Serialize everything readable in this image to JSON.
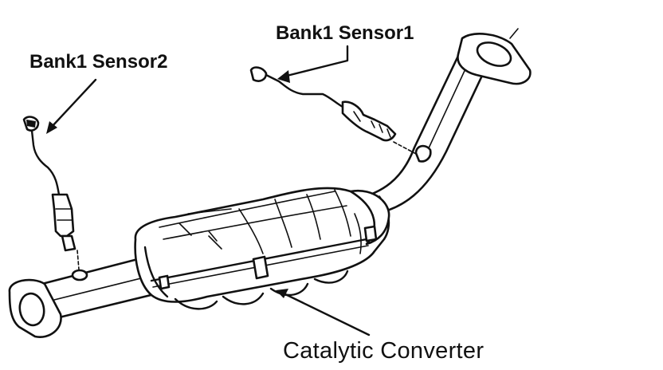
{
  "labels": {
    "sensor1": "Bank1 Sensor1",
    "sensor2": "Bank1 Sensor2",
    "converter": "Catalytic Converter"
  },
  "colors": {
    "ink": "#111111",
    "background": "#ffffff"
  }
}
